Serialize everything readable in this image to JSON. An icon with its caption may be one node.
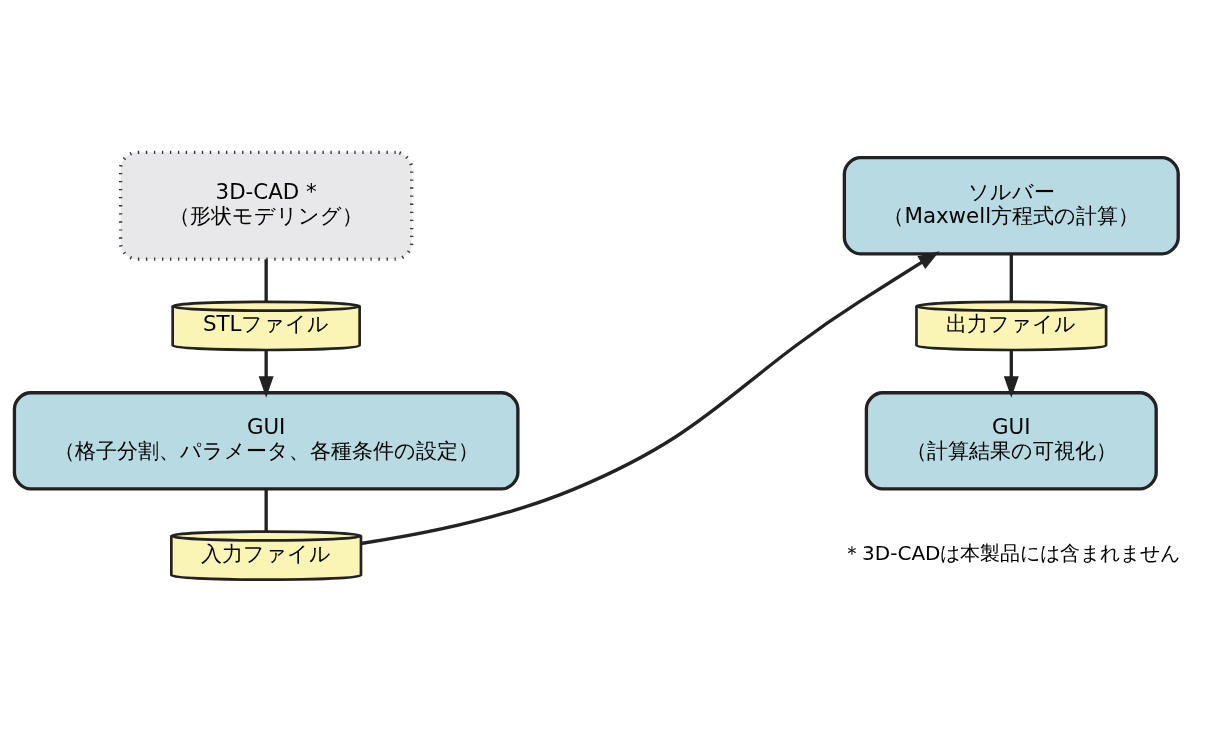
{
  "diagram": {
    "nodes": [
      {
        "text": [
          "3D-CAD *",
          "（形状モデリング）"
        ]
      },
      {
        "text": [
          "STLファイル"
        ]
      },
      {
        "text": [
          "GUI",
          "（格子分割、パラメータ、各種条件の設定）"
        ]
      },
      {
        "text": [
          "入力ファイル"
        ]
      },
      {
        "text": [
          "ソルバー",
          "（Maxwell方程式の計算）"
        ]
      },
      {
        "text": [
          "出力ファイル"
        ]
      },
      {
        "text": [
          "GUI",
          "（計算結果の可視化）"
        ]
      }
    ],
    "edges": [
      {
        "from": 0,
        "to": 1,
        "arrow": "none"
      },
      {
        "from": 1,
        "to": 2,
        "arrow": "to"
      },
      {
        "from": 2,
        "to": 3,
        "arrow": "none"
      },
      {
        "from": 3,
        "to": 4,
        "arrow": "to"
      },
      {
        "from": 4,
        "to": 5,
        "arrow": "none"
      },
      {
        "from": 5,
        "to": 6,
        "arrow": "to"
      }
    ],
    "labels": [
      "＊3D-CADは本製品には含まれません"
    ]
  }
}
